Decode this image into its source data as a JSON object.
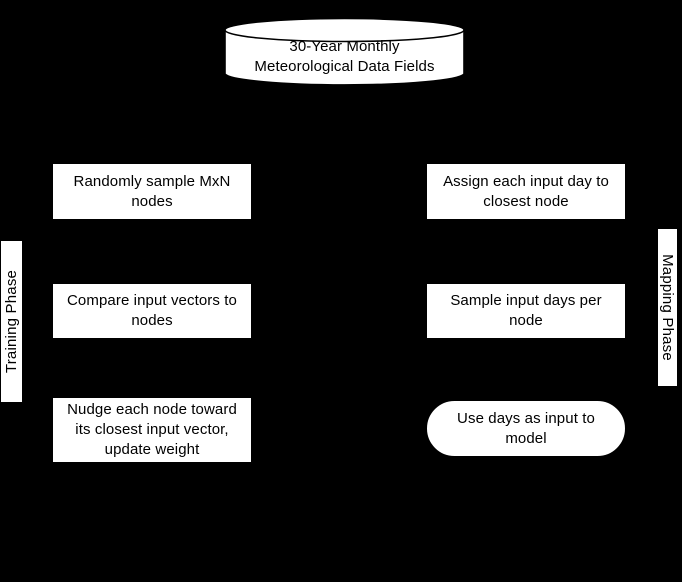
{
  "canvas": {
    "background": "#000000",
    "node_fill": "#ffffff",
    "node_stroke": "#000000",
    "text_color": "#000000"
  },
  "datastore": {
    "name": "meteorological-data-store",
    "shape": "cylinder",
    "label": "30-Year Monthly\nMeteorological Data Fields"
  },
  "phases": [
    {
      "name": "training-phase",
      "label": "Training Phase",
      "orientation": "bottom-to-top",
      "side": "left"
    },
    {
      "name": "mapping-phase",
      "label": "Mapping Phase",
      "orientation": "top-to-bottom",
      "side": "right"
    }
  ],
  "training_steps": [
    {
      "name": "randomly-sample-nodes",
      "shape": "rectangle",
      "label": "Randomly sample MxN\nnodes"
    },
    {
      "name": "compare-input-vectors",
      "shape": "rectangle",
      "label": "Compare input vectors to\nnodes"
    },
    {
      "name": "nudge-node-update-weight",
      "shape": "rectangle",
      "label": "Nudge each node toward\nits closest input vector,\nupdate weight"
    }
  ],
  "mapping_steps": [
    {
      "name": "assign-input-day",
      "shape": "rectangle",
      "label": "Assign each input day to\nclosest node"
    },
    {
      "name": "sample-input-days",
      "shape": "rectangle",
      "label": "Sample input days per\nnode"
    },
    {
      "name": "use-days-as-input",
      "shape": "stadium",
      "label": "Use days as input to\nmodel"
    }
  ]
}
